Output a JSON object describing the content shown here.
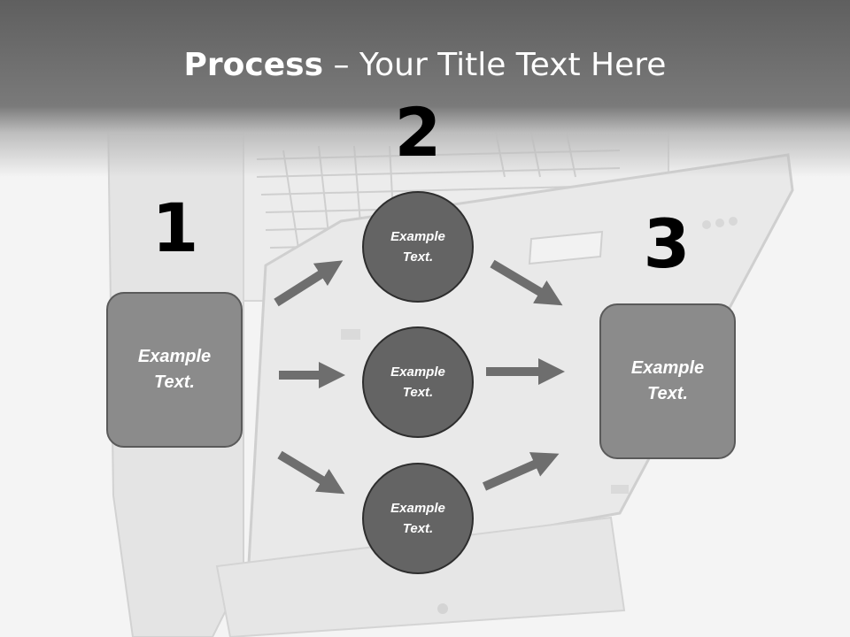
{
  "slide": {
    "title_bold": "Process",
    "title_rest": " – Your Title Text Here"
  },
  "steps": [
    "1",
    "2",
    "3"
  ],
  "left_box": {
    "text": "Example Text."
  },
  "right_box": {
    "text": "Example Text."
  },
  "circles": [
    {
      "text": "Example Text."
    },
    {
      "text": "Example Text."
    },
    {
      "text": "Example Text."
    }
  ],
  "colors": {
    "header": "#6b6b6b",
    "box_fill": "#8b8b8b",
    "circle_fill": "#646464",
    "arrow": "#6e6e6e"
  }
}
